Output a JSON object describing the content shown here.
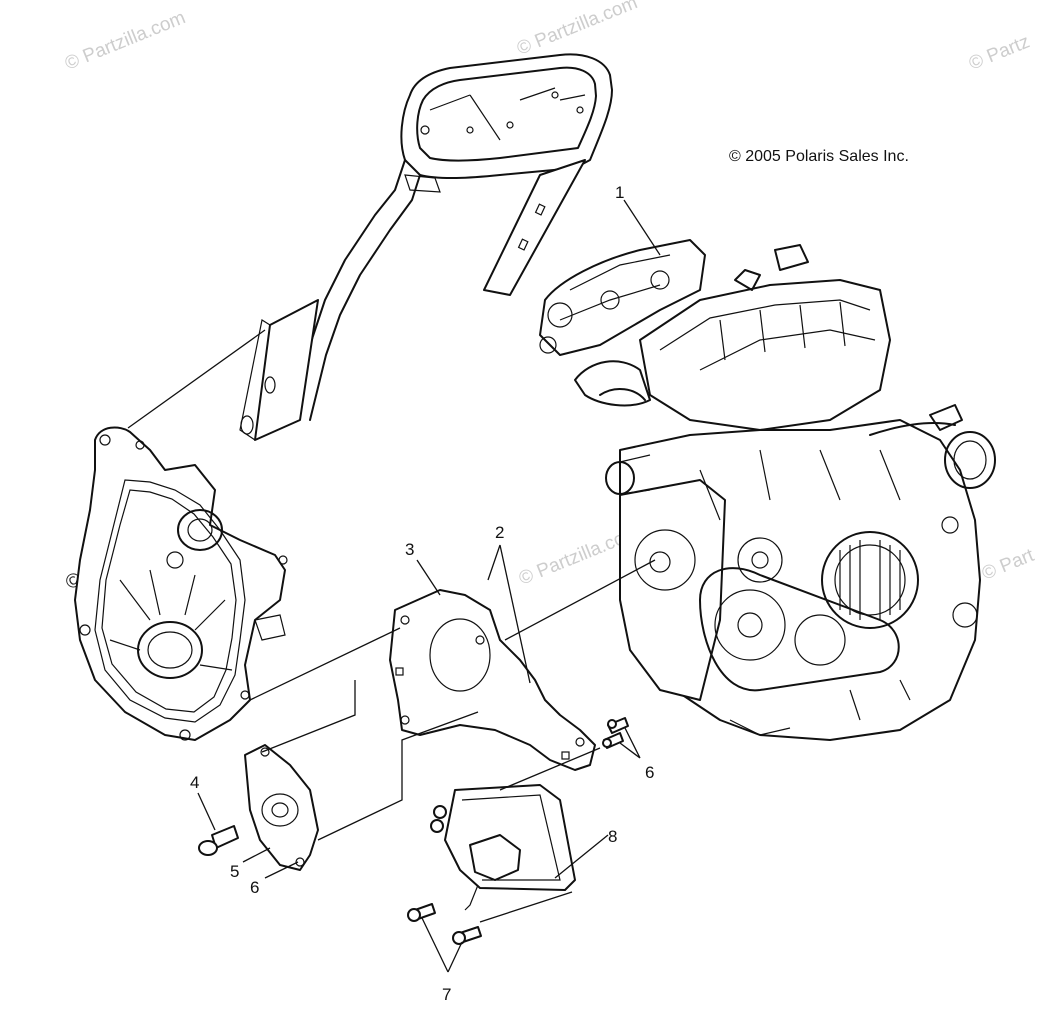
{
  "copyright": "© 2005 Polaris Sales Inc.",
  "watermarks": [
    "© Partzilla.com",
    "© Partzilla.com",
    "© Partz",
    "© Partzilla.com",
    "© Partzilla.com",
    "© Part"
  ],
  "callouts": {
    "c1": "1",
    "c2": "2",
    "c3": "3",
    "c4": "4",
    "c5": "5",
    "c6a": "6",
    "c6b": "6",
    "c7": "7",
    "c8": "8"
  },
  "colors": {
    "ink": "#111111",
    "watermark": "#c8c8c8",
    "background": "#ffffff"
  }
}
